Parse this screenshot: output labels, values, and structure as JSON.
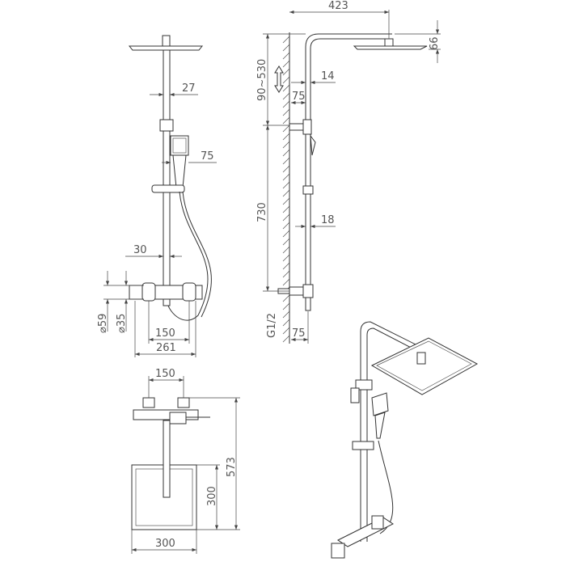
{
  "drawing": {
    "front_view": {
      "dims": {
        "pipe_width": "27",
        "handshower_offset": "75",
        "bar_width": "30",
        "outlet_diameter": "⌀59",
        "inlet_diameter": "⌀35",
        "inlet_spacing": "150",
        "mixer_width": "261"
      }
    },
    "side_view": {
      "dims": {
        "arm_length": "423",
        "head_height": "66",
        "adjust_range": "90~530",
        "rod_offset": "14",
        "bracket_offset": "75",
        "bar_height": "730",
        "bar_diameter": "18",
        "inlet_thread": "G1/2",
        "mixer_offset": "75"
      }
    },
    "top_view": {
      "dims": {
        "inlet_spacing": "150",
        "total_depth": "573",
        "head_depth": "300",
        "head_width": "300"
      }
    }
  }
}
